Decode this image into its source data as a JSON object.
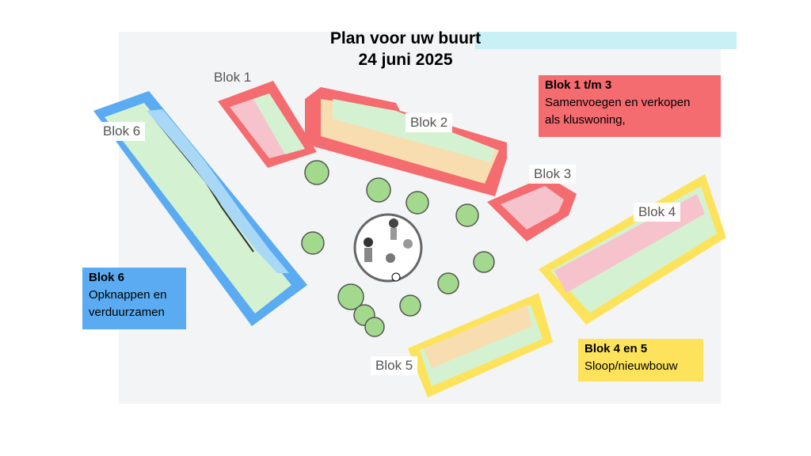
{
  "title": {
    "line1": "Plan voor uw buurt",
    "line2": "24 juni 2025"
  },
  "block_labels": [
    "Blok 1",
    "Blok 2",
    "Blok 3",
    "Blok 4",
    "Blok 5",
    "Blok 6"
  ],
  "legend": {
    "red": {
      "heading": "Blok 1 t/m 3",
      "line1": "Samenvoegen en verkopen",
      "line2": "als kluswoning,",
      "color": "#f46b70"
    },
    "blue": {
      "heading": "Blok 6",
      "line1": "Opknappen en",
      "line2": "verduurzamen",
      "color": "#5aabf2"
    },
    "yellow": {
      "heading": "Blok 4 en 5",
      "line1": "Sloop/nieuwbouw",
      "color": "#fde35c"
    }
  }
}
